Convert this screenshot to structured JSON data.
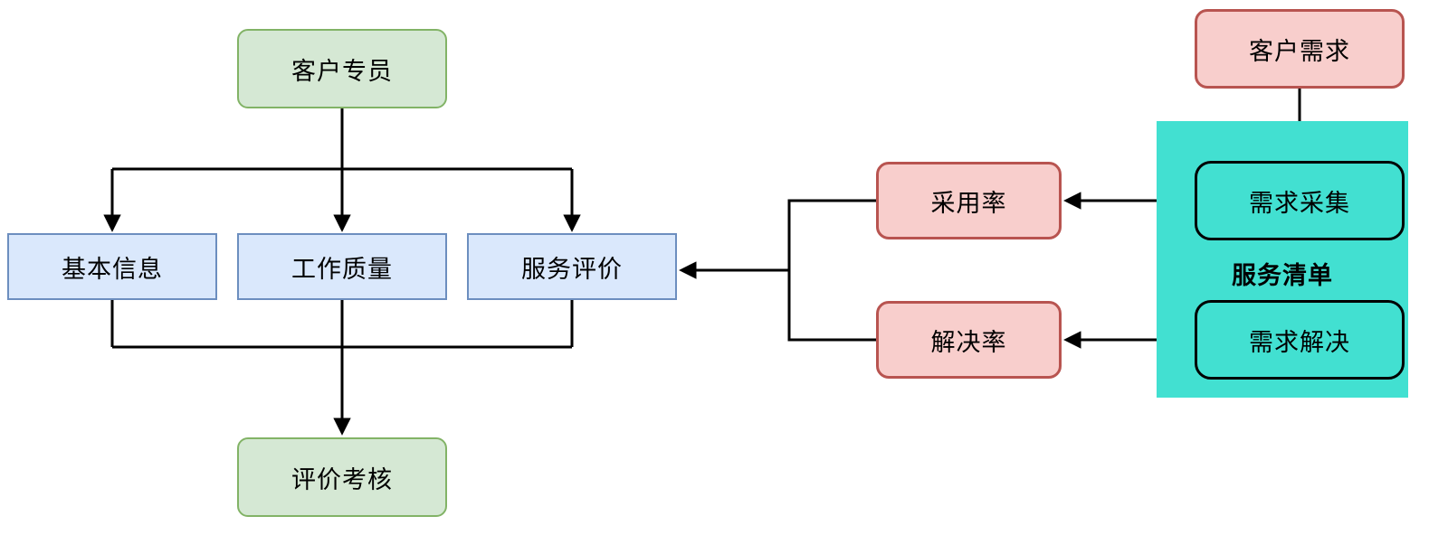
{
  "diagram": {
    "nodes": {
      "customer_specialist": {
        "label": "客户专员",
        "shape": "rounded",
        "fill": "#d5e8d4",
        "border": "#82b366"
      },
      "basic_info": {
        "label": "基本信息",
        "shape": "rect",
        "fill": "#dae8fc",
        "border": "#6c8ebf"
      },
      "work_quality": {
        "label": "工作质量",
        "shape": "rect",
        "fill": "#dae8fc",
        "border": "#6c8ebf"
      },
      "service_evaluation": {
        "label": "服务评价",
        "shape": "rect",
        "fill": "#dae8fc",
        "border": "#6c8ebf"
      },
      "evaluation_assessment": {
        "label": "评价考核",
        "shape": "rounded",
        "fill": "#d5e8d4",
        "border": "#82b366"
      },
      "customer_demand": {
        "label": "客户需求",
        "shape": "rounded",
        "fill": "#f8cecc",
        "border": "#b85450"
      },
      "adoption_rate": {
        "label": "采用率",
        "shape": "rounded",
        "fill": "#f8cecc",
        "border": "#b85450"
      },
      "resolution_rate": {
        "label": "解决率",
        "shape": "rounded",
        "fill": "#f8cecc",
        "border": "#b85450"
      },
      "demand_collection": {
        "label": "需求采集",
        "shape": "rounded-outline",
        "fill": "transparent",
        "border": "#000000"
      },
      "demand_resolution": {
        "label": "需求解决",
        "shape": "rounded-outline",
        "fill": "transparent",
        "border": "#000000"
      }
    },
    "groups": {
      "service_list": {
        "label": "服务清单",
        "fill": "#42e0d1"
      }
    },
    "edges": [
      {
        "from": "客户专员",
        "to": "基本信息",
        "arrow": true
      },
      {
        "from": "客户专员",
        "to": "工作质量",
        "arrow": true
      },
      {
        "from": "客户专员",
        "to": "服务评价",
        "arrow": true
      },
      {
        "from": "基本信息",
        "to": "评价考核",
        "arrow": true
      },
      {
        "from": "工作质量",
        "to": "评价考核",
        "arrow": true
      },
      {
        "from": "服务评价",
        "to": "评价考核",
        "arrow": true
      },
      {
        "from": "客户需求",
        "to": "需求采集",
        "arrow": true
      },
      {
        "from": "需求采集",
        "to": "采用率",
        "arrow": true
      },
      {
        "from": "需求解决",
        "to": "解决率",
        "arrow": true
      },
      {
        "from": "采用率",
        "to": "服务评价",
        "arrow": true
      },
      {
        "from": "解决率",
        "to": "服务评价",
        "arrow": true
      }
    ],
    "colors": {
      "line": "#000000",
      "text": "#000000",
      "green_fill": "#d5e8d4",
      "green_border": "#82b366",
      "blue_fill": "#dae8fc",
      "blue_border": "#6c8ebf",
      "pink_fill": "#f8cecc",
      "pink_border": "#b85450",
      "teal_fill": "#42e0d1",
      "background": "#ffffff"
    }
  }
}
